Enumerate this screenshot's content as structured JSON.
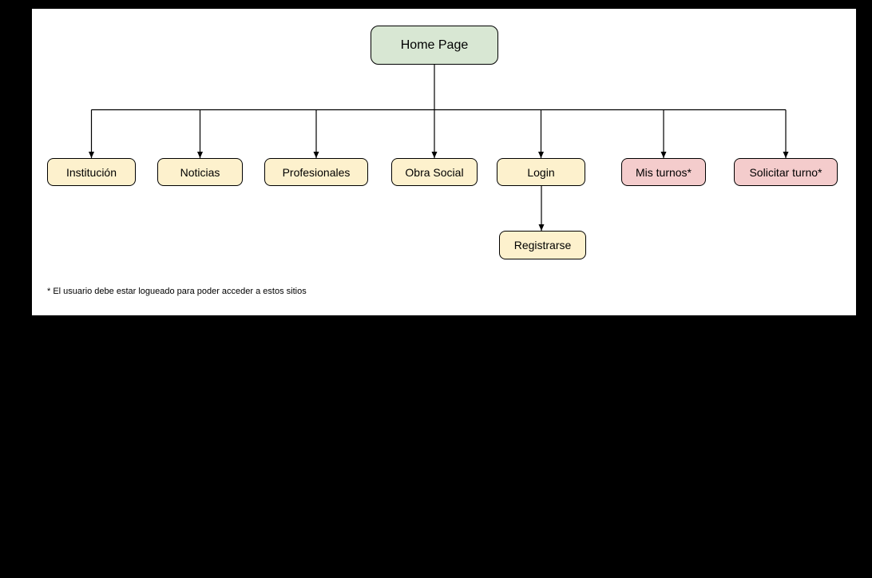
{
  "sitemap": {
    "root": {
      "label": "Home Page",
      "fill": "#d8e7d3"
    },
    "children": [
      {
        "label": "Institución",
        "fill": "#fdf1cd"
      },
      {
        "label": "Noticias",
        "fill": "#fdf1cd"
      },
      {
        "label": "Profesionales",
        "fill": "#fdf1cd"
      },
      {
        "label": "Obra Social",
        "fill": "#fdf1cd"
      },
      {
        "label": "Login",
        "fill": "#fdf1cd"
      },
      {
        "label": "Mis turnos*",
        "fill": "#f4cccc"
      },
      {
        "label": "Solicitar turno*",
        "fill": "#f4cccc"
      }
    ],
    "registrarse": {
      "label": "Registrarse",
      "fill": "#fdf1cd"
    },
    "footnote": "* El usuario debe estar logueado para poder acceder a estos sitios",
    "colors": {
      "page_background": "#000000",
      "canvas_background": "#ffffff",
      "border": "#000000",
      "connector": "#000000",
      "root_fill": "#d8e7d3",
      "default_fill": "#fdf1cd",
      "restricted_fill": "#f4cccc"
    }
  }
}
